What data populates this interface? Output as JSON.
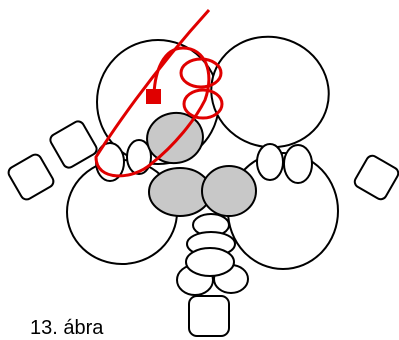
{
  "figure": {
    "caption": "13. ábra"
  },
  "colors": {
    "outline": "#000000",
    "fill_white": "#ffffff",
    "fill_gray": "#c8c8c8",
    "highlight": "#e00000"
  },
  "icons": {
    "marker": "red-square-marker",
    "path": "red-loop-path"
  }
}
